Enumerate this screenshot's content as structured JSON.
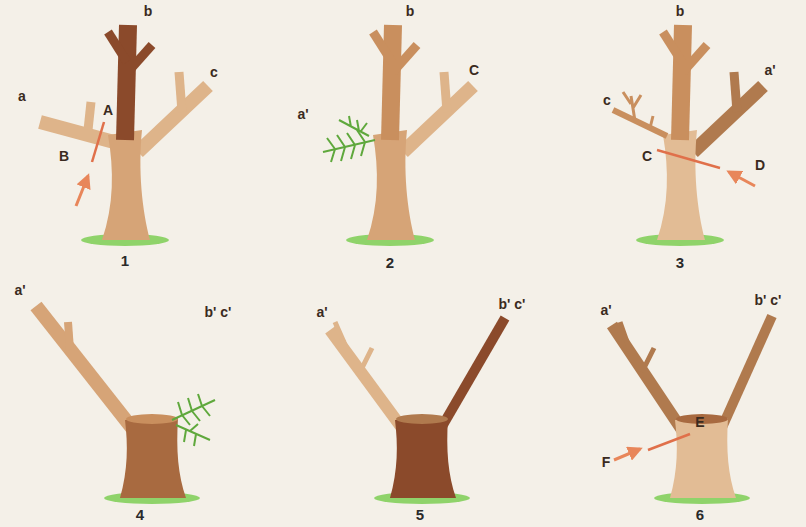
{
  "diagram": {
    "labels": [
      "b",
      "a",
      "c",
      "A",
      "B",
      "1",
      "b",
      "C",
      "a'",
      "2",
      "b",
      "a'",
      "c",
      "C",
      "D",
      "3",
      "a'",
      "b' c'",
      "4",
      "a'",
      "b' c'",
      "5",
      "a'",
      "b' c'",
      "E",
      "F",
      "6"
    ]
  }
}
